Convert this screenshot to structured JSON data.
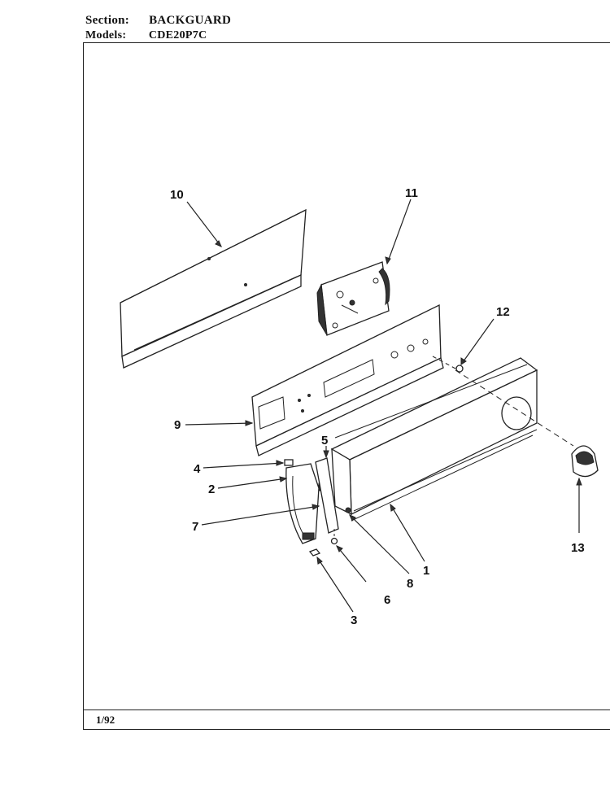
{
  "header": {
    "section_label": "Section:",
    "section_value": "BACKGUARD",
    "models_label": "Models:",
    "models_value": "CDE20P7C"
  },
  "footer": {
    "date": "1/92"
  },
  "callouts": [
    "1",
    "2",
    "3",
    "4",
    "5",
    "6",
    "7",
    "8",
    "9",
    "10",
    "11",
    "12",
    "13"
  ]
}
